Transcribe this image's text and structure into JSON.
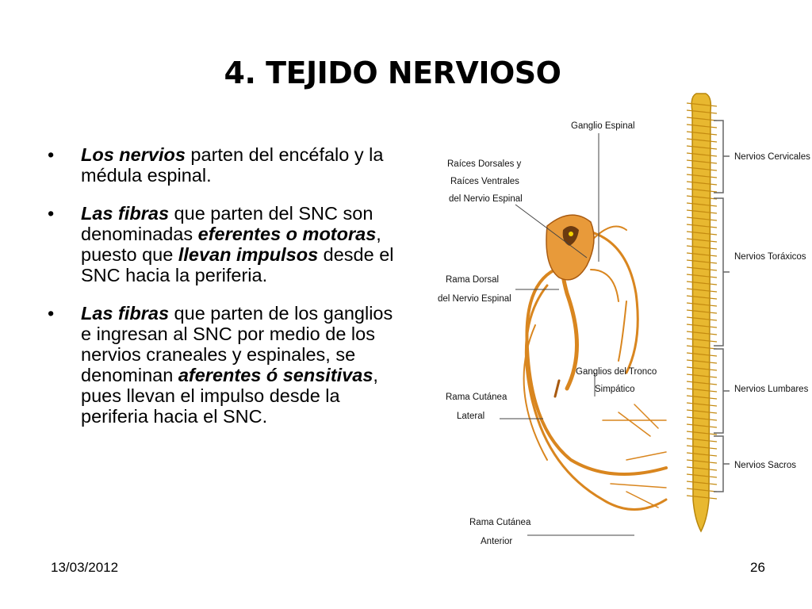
{
  "slide": {
    "title": "4. TEJIDO NERVIOSO",
    "bullet_marker": "•",
    "bullets": [
      [
        {
          "t": "Los nervios",
          "s": "bi"
        },
        {
          "t": " parten del encéfalo y la médula espinal.",
          "s": ""
        }
      ],
      [
        {
          "t": "Las fibras",
          "s": "bi"
        },
        {
          "t": " que parten del SNC son denominadas ",
          "s": ""
        },
        {
          "t": "eferentes o motoras",
          "s": "bi"
        },
        {
          "t": ", puesto que ",
          "s": ""
        },
        {
          "t": "llevan impulsos",
          "s": "bi"
        },
        {
          "t": " desde el SNC hacia la periferia.",
          "s": ""
        }
      ],
      [
        {
          "t": "Las fibras",
          "s": "bi"
        },
        {
          "t": " que parten de los ganglios e ingresan al SNC por medio de los nervios craneales y espinales, se denominan ",
          "s": ""
        },
        {
          "t": "aferentes ó sensitivas",
          "s": "bi"
        },
        {
          "t": ", pues llevan el impulso desde la periferia hacia el SNC.",
          "s": ""
        }
      ]
    ],
    "footer": {
      "date": "13/03/2012",
      "page": "26"
    }
  },
  "diagram": {
    "colors": {
      "nerve": "#d9861f",
      "nerve_dark": "#a85a10",
      "spine": "#e8b830",
      "line": "#333333"
    },
    "labels": {
      "ganglio_espinal": "Ganglio Espinal",
      "raices_1": "Raíces Dorsales y",
      "raices_2": "Raíces Ventrales",
      "raices_3": "del Nervio Espinal",
      "rama_dorsal_1": "Rama Dorsal",
      "rama_dorsal_2": "del Nervio Espinal",
      "ganglios_tronco_1": "Ganglios del Tronco",
      "ganglios_tronco_2": "Simpático",
      "rama_cut_lat_1": "Rama Cutánea",
      "rama_cut_lat_2": "Lateral",
      "rama_cut_ant_1": "Rama Cutánea",
      "rama_cut_ant_2": "Anterior",
      "cervicales": "Nervios Cervicales",
      "toraxicos": "Nervios Toráxicos",
      "lumbares": "Nervios Lumbares",
      "sacros": "Nervios Sacros"
    }
  }
}
